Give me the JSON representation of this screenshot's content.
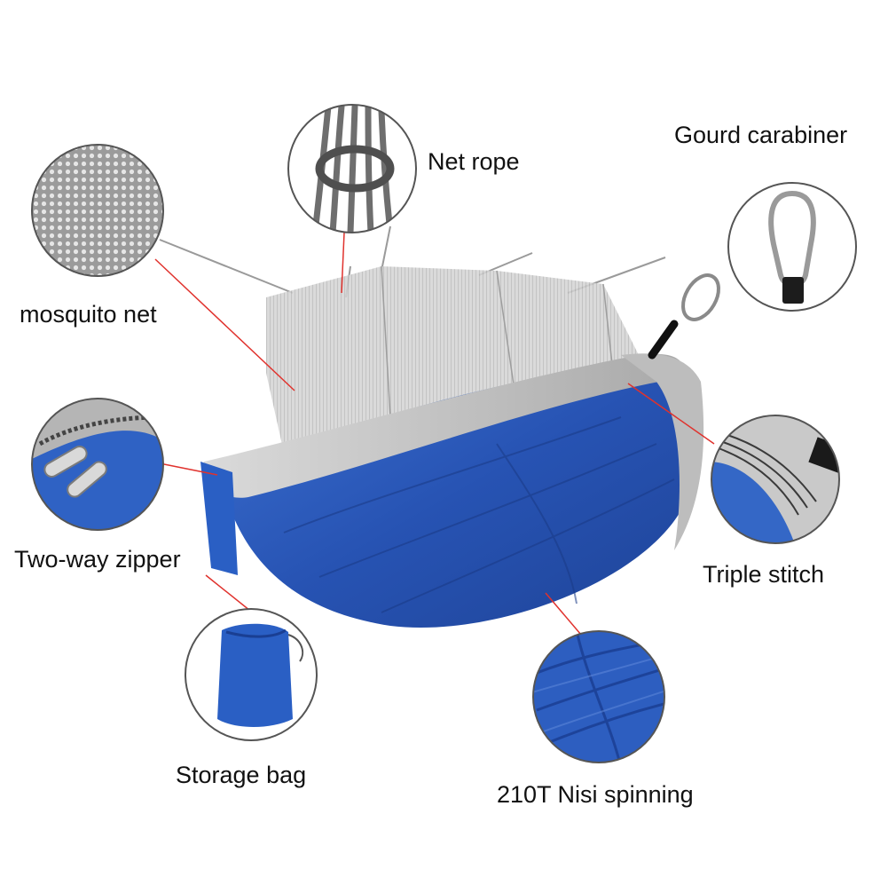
{
  "labels": {
    "net_rope": "Net rope",
    "gourd_carabiner": "Gourd carabiner",
    "mosquito_net": "mosquito net",
    "two_way_zipper": "Two-way zipper",
    "triple_stitch": "Triple stitch",
    "storage_bag": "Storage bag",
    "nisi_spinning": "210T Nisi spinning"
  },
  "colors": {
    "hammock_blue": "#2a5fc4",
    "hammock_grey": "#c6c6c6",
    "net_grey": "#9a9a9a",
    "leader_line": "#e0322d",
    "callout_border": "#555555"
  }
}
